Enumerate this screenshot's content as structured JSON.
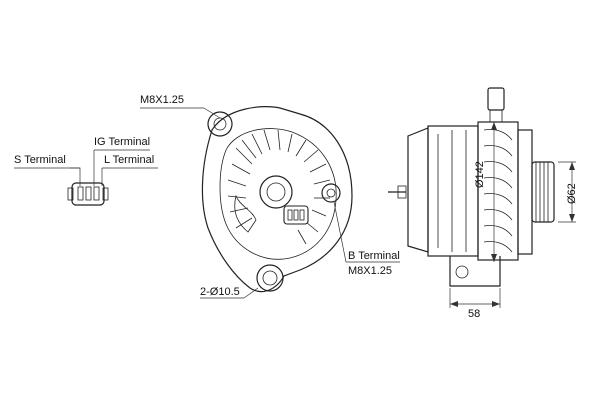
{
  "labels": {
    "m8_top": "M8X1.25",
    "ig_terminal": "IG Terminal",
    "s_terminal": "S Terminal",
    "l_terminal": "L Terminal",
    "b_terminal": "B Terminal",
    "b_thread": "M8X1.25",
    "holes": "2-Ø10.5",
    "dia_housing": "Ø142",
    "dia_pulley": "Ø62",
    "width": "58"
  },
  "colors": {
    "line": "#222222",
    "background": "#ffffff"
  }
}
